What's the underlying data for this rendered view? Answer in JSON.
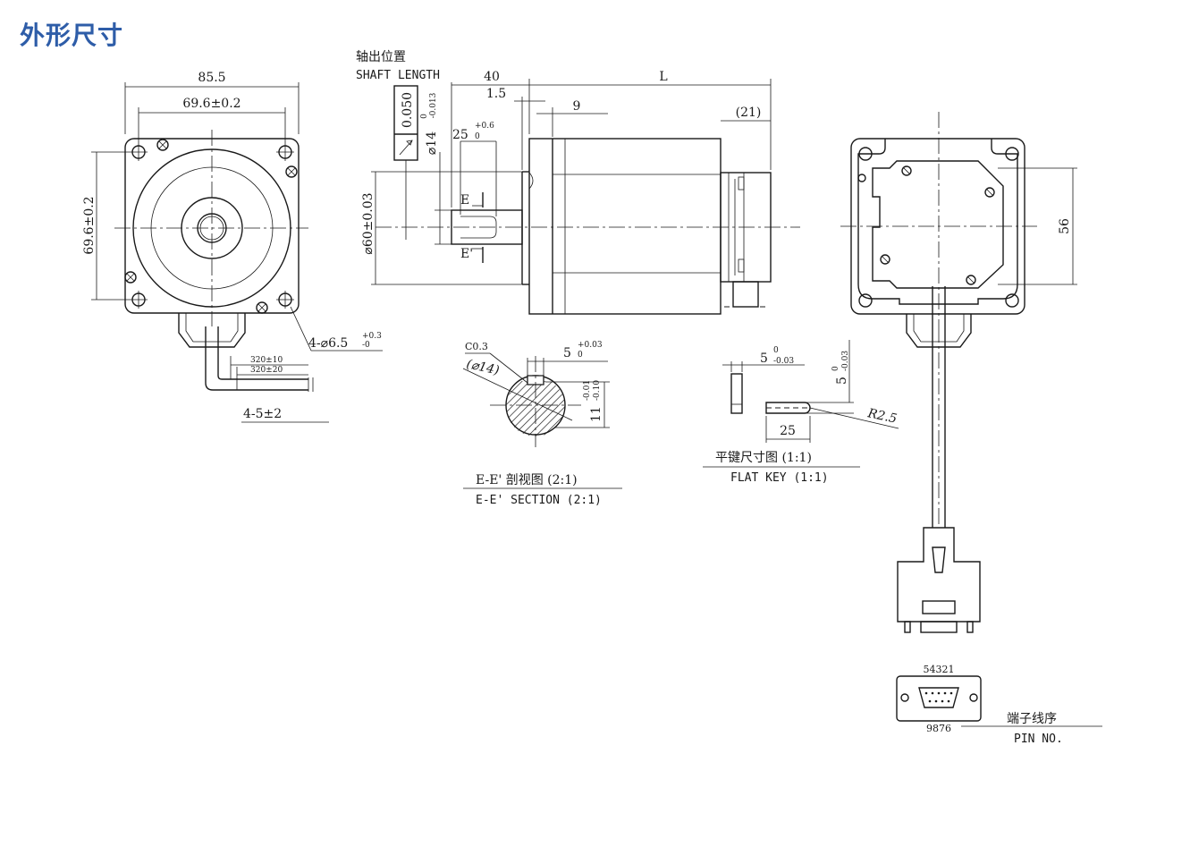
{
  "title": "外形尺寸",
  "front": {
    "width": "85.5",
    "hole_spacing_h": "69.6±0.2",
    "hole_spacing_v": "69.6±0.2",
    "holes": "4-⌀6.5",
    "holes_tol_upper": "+0.3",
    "holes_tol_lower": "-0",
    "cable_1": "320±10",
    "cable_2": "320±20",
    "strip": "4-5±2"
  },
  "side": {
    "shaft_label_cn": "轴出位置",
    "shaft_label_en": "SHAFT LENGTH",
    "shaft_len": "40",
    "d_1_5": "1.5",
    "d_9": "9",
    "body_len": "L",
    "d_21": "(21)",
    "runout": "0.050",
    "shaft_dia": "⌀14",
    "shaft_dia_tol_upper": "0",
    "shaft_dia_tol_lower": "-0.013",
    "key_len": "25",
    "key_len_tol_upper": "+0.6",
    "key_len_tol_lower": "0",
    "pilot": "⌀60±0.03",
    "sec_e": "E",
    "sec_e2": "E'"
  },
  "section": {
    "chamfer": "C0.3",
    "dia": "(⌀14)",
    "width": "5",
    "width_tol_upper": "+0.03",
    "width_tol_lower": "0",
    "depth": "11",
    "depth_tol_upper": "-0.01",
    "depth_tol_lower": "-0.10",
    "caption_cn": "E-E' 剖视图 (2:1)",
    "caption_en": "E-E' SECTION (2:1)"
  },
  "flat_key": {
    "width": "5",
    "width_tol_upper": "0",
    "width_tol_lower": "-0.03",
    "height": "5",
    "height_tol_upper": "0",
    "height_tol_lower": "-0.03",
    "radius": "R2.5",
    "length": "25",
    "caption_cn": "平键尺寸图 (1:1)",
    "caption_en": "FLAT KEY (1:1)"
  },
  "rear": {
    "dim": "56"
  },
  "connector": {
    "pins_top": "54321",
    "pins_bottom": "9876",
    "caption_cn": "端子线序",
    "caption_en": "PIN NO."
  }
}
